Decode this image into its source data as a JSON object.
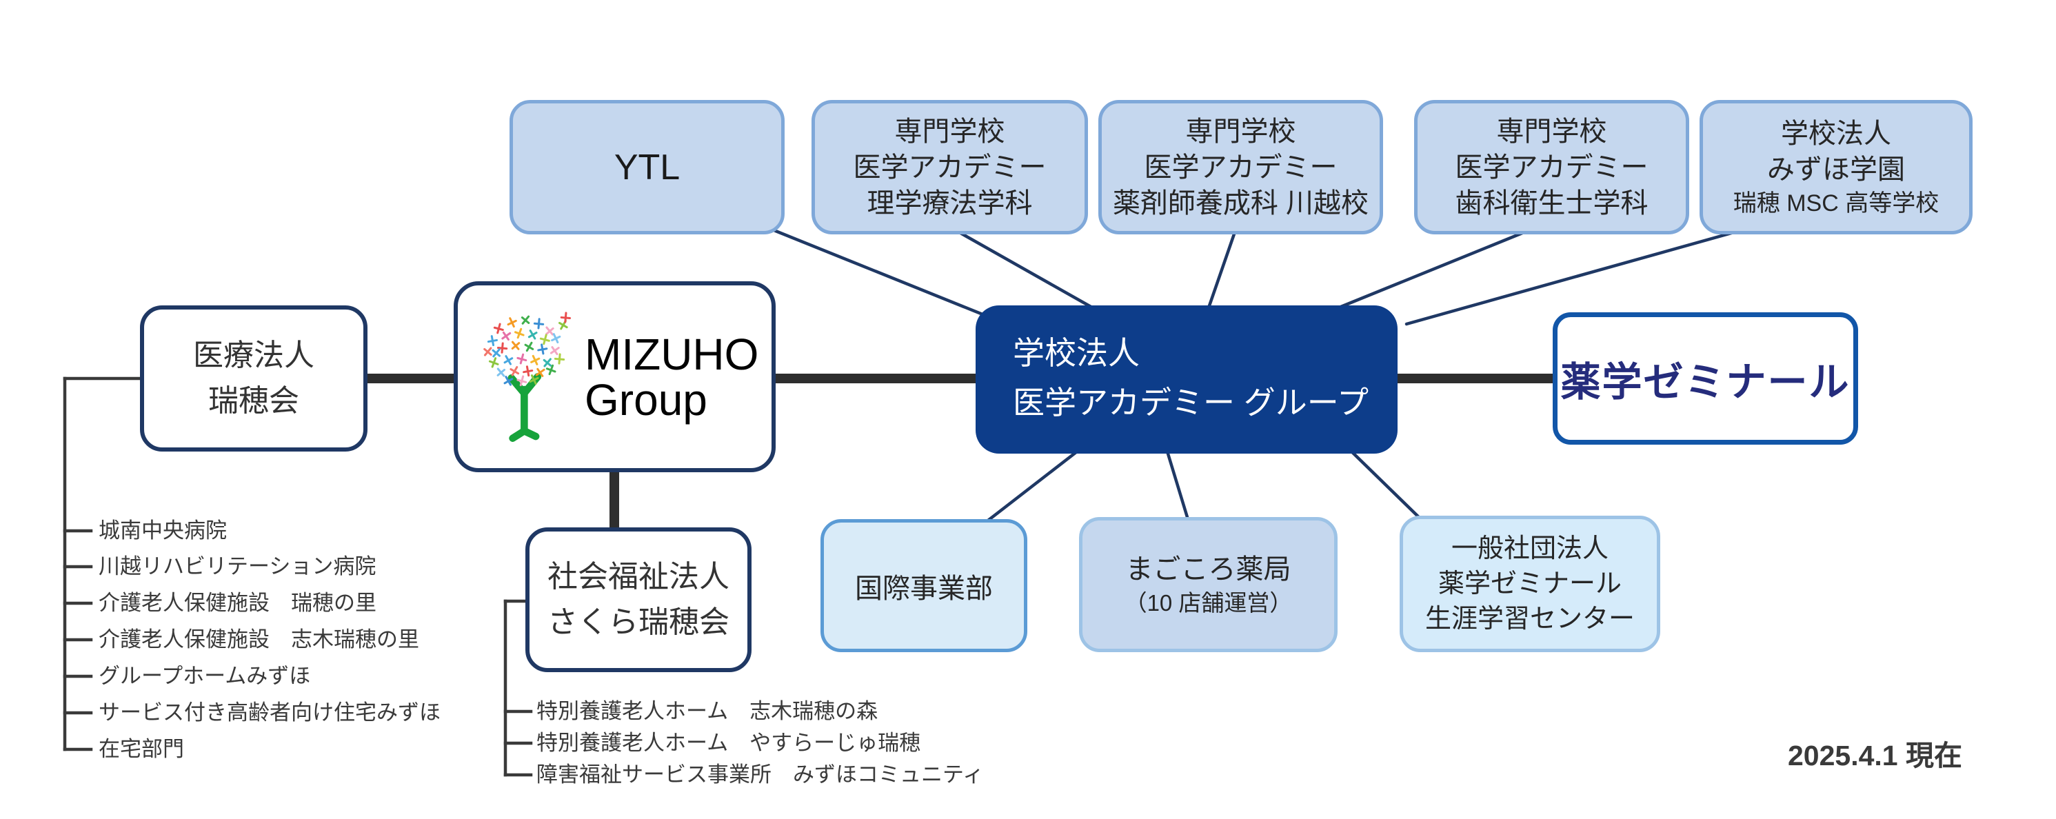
{
  "diagram": {
    "as_of": "2025.4.1 現在",
    "colors": {
      "school_box_fill": "#c5d7ee",
      "school_box_border": "#7fa8d9",
      "navy_border": "#1f3864",
      "center_box_fill": "#0d3d8a",
      "center_box_text": "#ffffff",
      "international_box_fill": "#d9ebf8",
      "international_box_border": "#5b9bd5",
      "pale_box_fill": "#d5ebfa",
      "pale_box_border": "#9dc3e6",
      "connector_navy": "#1f3864",
      "connector_dark": "#2e2e2e",
      "yakuzemi_text": "#252c7c"
    },
    "logo": {
      "name": "mizuho-tree-logo",
      "trunk_color": "#17a33b",
      "palette": [
        "#e94f4f",
        "#f59a23",
        "#3faf4c",
        "#3b8fd4",
        "#f4a7c3",
        "#8cc63f",
        "#47a7e0",
        "#e671a8",
        "#f5b52e",
        "#35b6b0",
        "#aed145",
        "#7fc4ef",
        "#f2766b"
      ]
    },
    "nodes": {
      "ytl": {
        "label": "YTL"
      },
      "rigaku": {
        "lines": [
          "専門学校",
          "医学アカデミー",
          "理学療法学科"
        ]
      },
      "yakuzaishi": {
        "lines": [
          "専門学校",
          "医学アカデミー",
          "薬剤師養成科 川越校"
        ]
      },
      "shika": {
        "lines": [
          "専門学校",
          "医学アカデミー",
          "歯科衛生士学科"
        ]
      },
      "gakuen": {
        "lines": [
          "学校法人",
          "みずほ学園"
        ],
        "sub": "瑞穂 MSC 高等学校"
      },
      "iryo": {
        "lines": [
          "医療法人",
          "瑞穂会"
        ]
      },
      "mizuho_group": {
        "lines": [
          "MIZUHO",
          "Group"
        ]
      },
      "academy": {
        "lines": [
          "学校法人",
          "医学アカデミー グループ"
        ]
      },
      "yakuzemi": {
        "label": "薬学ゼミナール"
      },
      "kokusai": {
        "label": "国際事業部"
      },
      "magokoro": {
        "lines": [
          "まごころ薬局",
          "（10 店舗運営）"
        ]
      },
      "ippan": {
        "lines": [
          "一般社団法人",
          "薬学ゼミナール",
          "生涯学習センター"
        ]
      },
      "sakura": {
        "lines": [
          "社会福祉法人",
          "さくら瑞穂会"
        ]
      }
    },
    "medical_list": {
      "items": [
        "城南中央病院",
        "川越リハビリテーション病院",
        "介護老人保健施設　瑞穂の里",
        "介護老人保健施設　志木瑞穂の里",
        "グループホームみずほ",
        "サービス付き高齢者向け住宅みずほ",
        "在宅部門"
      ]
    },
    "welfare_list": {
      "items": [
        "特別養護老人ホーム　志木瑞穂の森",
        "特別養護老人ホーム　やすらーじゅ瑞穂",
        "障害福祉サービス事業所　みずほコミュニティ"
      ]
    }
  }
}
